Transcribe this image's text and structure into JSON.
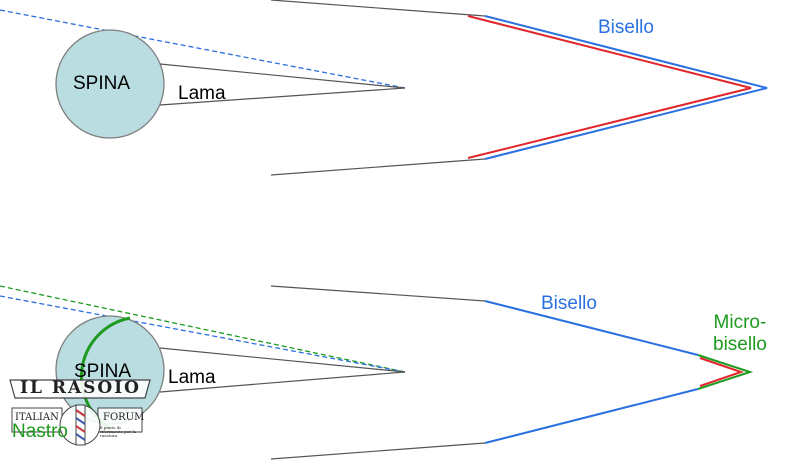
{
  "colors": {
    "circle_fill": "#b9dde0",
    "circle_stroke": "#7f7f7f",
    "blade_line": "#555555",
    "bevel": "#2a70e0",
    "edge_red": "#e0252b",
    "microbevel": "#1e9a1e",
    "dash_blue": "#2a70e0",
    "dash_green": "#1e9a1e"
  },
  "top_diagram": {
    "spina_label": "SPINA",
    "lama_label": "Lama",
    "bisello_label": "Bisello"
  },
  "bottom_diagram": {
    "spina_label": "SPINA",
    "lama_label": "Lama",
    "bisello_label": "Bisello",
    "microbisello_line1": "Micro-",
    "microbisello_line2": "bisello",
    "nastro_label": "Nastro"
  },
  "watermark": {
    "title": "IL RASOIO",
    "left_panel": "ITALIAN",
    "right_panel": "FORUM",
    "tagline": "il punto di riferimento per la rasatura",
    "icon": "barber-pole-icon"
  }
}
